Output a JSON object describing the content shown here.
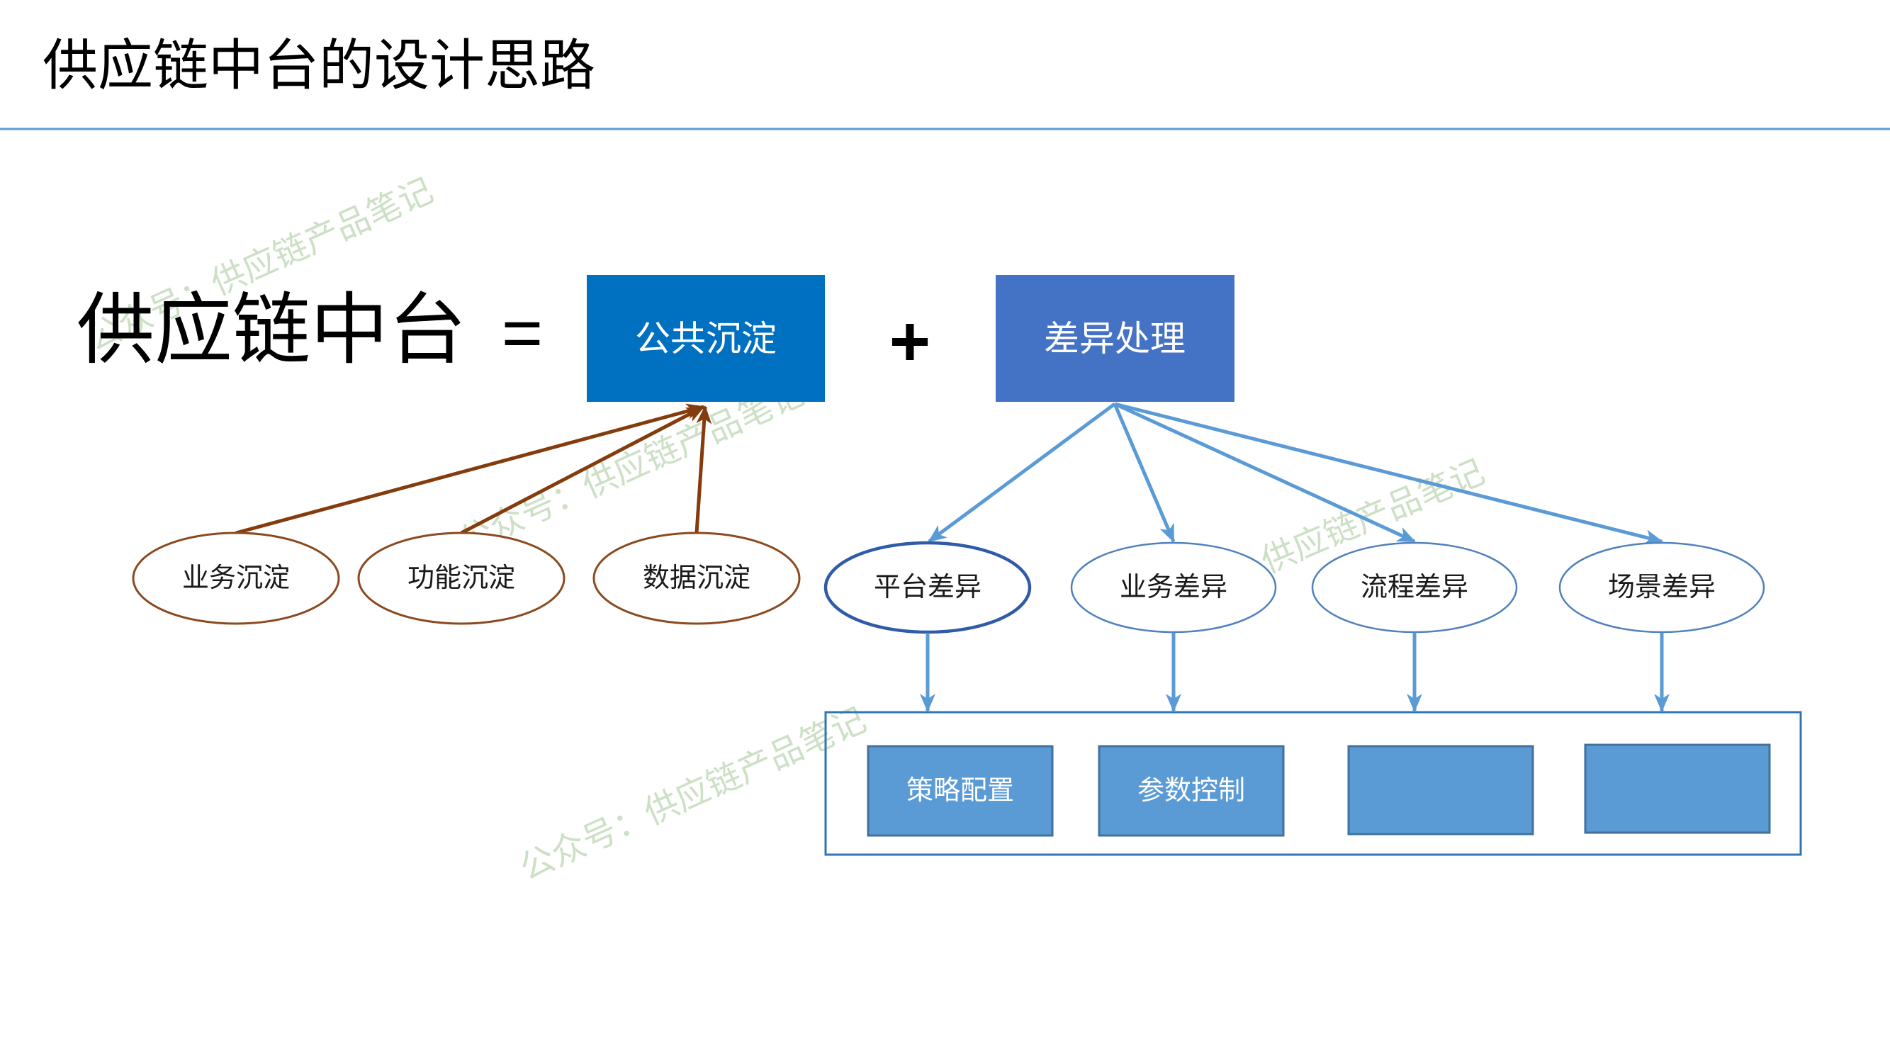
{
  "slide": {
    "title": "供应链中台的设计思路",
    "formula_lhs": "供应链中台",
    "equals": "=",
    "plus": "+"
  },
  "common_box": {
    "label": "公共沉淀"
  },
  "difference_box": {
    "label": "差异处理"
  },
  "common_items": [
    "业务沉淀",
    "功能沉淀",
    "数据沉淀"
  ],
  "difference_items": [
    "平台差异",
    "业务差异",
    "流程差异",
    "场景差异"
  ],
  "handling_items": [
    "策略配置",
    "参数控制"
  ],
  "watermark": "公众号：供应链产品笔记",
  "colors": {
    "text": "#000000",
    "divider": "#5B9BD5",
    "common_box": "#0070C0",
    "difference_box": "#4472C4",
    "common_arrows": "#843C0C",
    "difference_arrows": "#5B9BD5",
    "handling_box": "#5B9BD5",
    "watermark": "#B8D4AE"
  }
}
